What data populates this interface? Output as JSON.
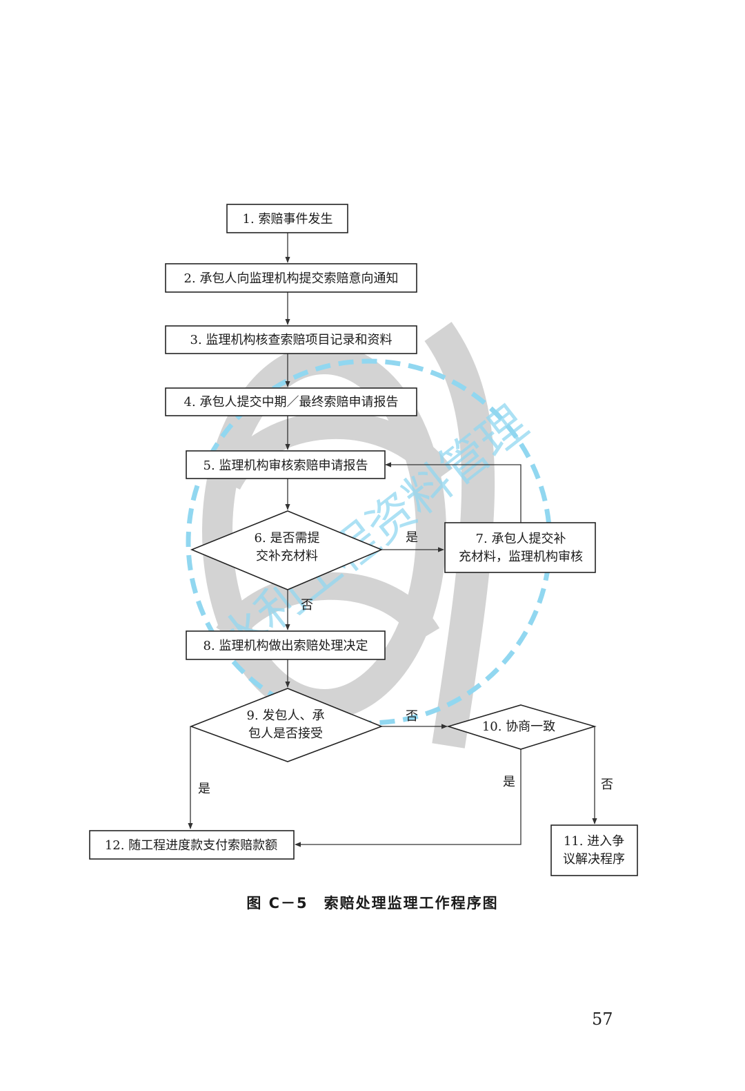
{
  "nodes": {
    "n1": [
      "1. 索赔事件发生"
    ],
    "n2": [
      "2. 承包人向监理机构提交索赔意向通知"
    ],
    "n3": [
      "3. 监理机构核查索赔项目记录和资料"
    ],
    "n4": [
      "4. 承包人提交中期／最终索赔申请报告"
    ],
    "n5": [
      "5. 监理机构审核索赔申请报告"
    ],
    "n6": [
      "6. 是否需提",
      "交补充材料"
    ],
    "n7": [
      "7. 承包人提交补",
      "充材料，监理机构审核"
    ],
    "n8": [
      "8. 监理机构做出索赔处理决定"
    ],
    "n9": [
      "9. 发包人、承",
      "包人是否接受"
    ],
    "n10": [
      "10. 协商一致"
    ],
    "n11": [
      "11. 进入争",
      "议解决程序"
    ],
    "n12": [
      "12. 随工程进度款支付索赔款额"
    ]
  },
  "edge_labels": {
    "e6_7": "是",
    "e6_8": "否",
    "e9_10": "否",
    "e9_12": "是",
    "e10_12": "是",
    "e10_11": "否"
  },
  "watermark": {
    "text": "水利工程资料管理",
    "ring_color": "#7fd0ee",
    "shape_color": "#c8c8c8"
  },
  "caption": "图 C－5　索赔处理监理工作程序图",
  "page_number": "57"
}
